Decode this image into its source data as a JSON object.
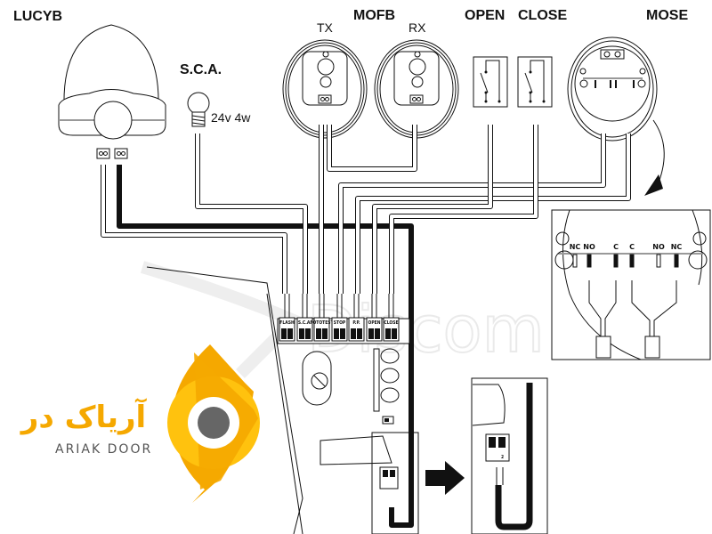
{
  "devices": {
    "lucyb": {
      "label": "LUCYB"
    },
    "sca": {
      "label": "S.C.A.",
      "rating": "24v 4w"
    },
    "mofb": {
      "label": "MOFB",
      "tx": "TX",
      "rx": "RX"
    },
    "open": {
      "label": "OPEN"
    },
    "close": {
      "label": "CLOSE"
    },
    "mose": {
      "label": "MOSE"
    }
  },
  "terminals": [
    "FLASH",
    "S.C.A.",
    "FOTOTEST",
    "STOP",
    "P.P.",
    "OPEN",
    "CLOSE"
  ],
  "mose_detail": {
    "contacts": [
      "NC",
      "NO",
      "C",
      "C",
      "NO",
      "NC"
    ]
  },
  "antenna_label": "2",
  "brand": {
    "persian_name": "آریاک در",
    "latin_name": "ARIAK DOOR",
    "primary_color": "#f5a800",
    "secondary_color": "#ffc20e",
    "dot_color": "#666666"
  },
  "watermark": {
    "text": "Discom"
  }
}
